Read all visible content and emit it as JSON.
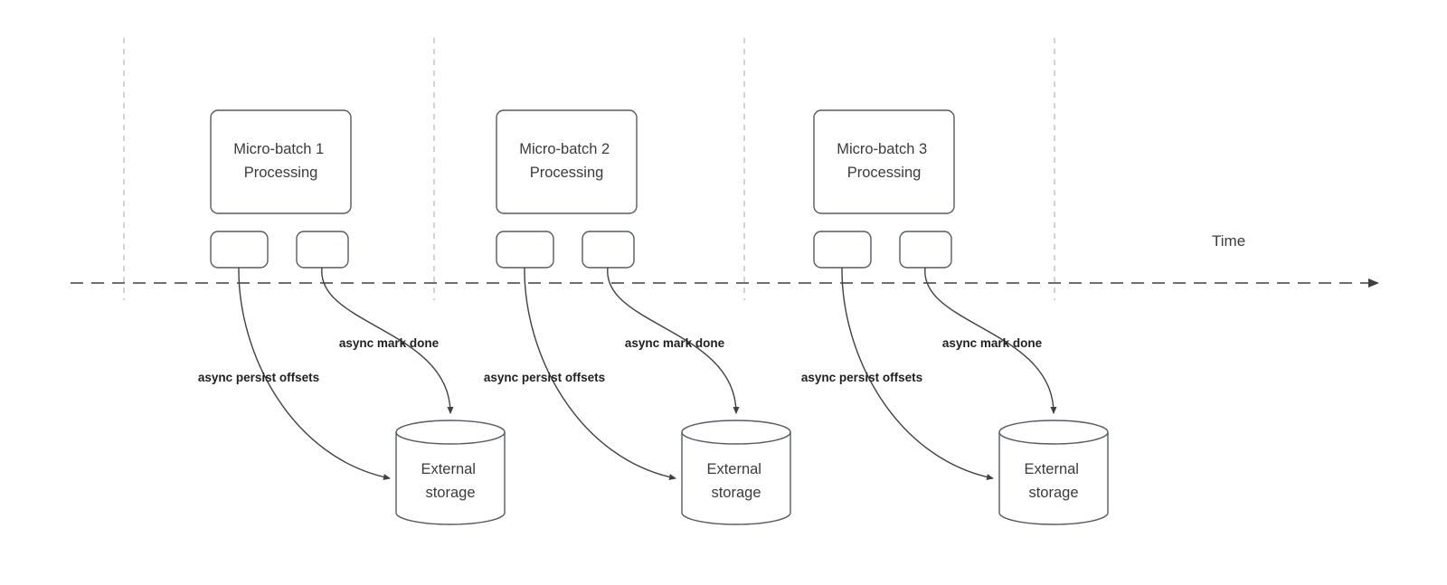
{
  "colors": {
    "line": "#545b64",
    "text": "#3b3b3b",
    "label": "#1f1f1f",
    "gridline": "#b3b3b3",
    "background": "#ffffff"
  },
  "time_label": "Time",
  "groups": [
    {
      "title_line1": "Micro-batch 1",
      "title_line2": "Processing",
      "persist_label": "async persist offsets",
      "done_label": "async mark done",
      "storage_line1": "External",
      "storage_line2": "storage"
    },
    {
      "title_line1": "Micro-batch 2",
      "title_line2": "Processing",
      "persist_label": "async persist offsets",
      "done_label": "async mark done",
      "storage_line1": "External",
      "storage_line2": "storage"
    },
    {
      "title_line1": "Micro-batch 3",
      "title_line2": "Processing",
      "persist_label": "async persist offsets",
      "done_label": "async mark done",
      "storage_line1": "External",
      "storage_line2": "storage"
    }
  ]
}
